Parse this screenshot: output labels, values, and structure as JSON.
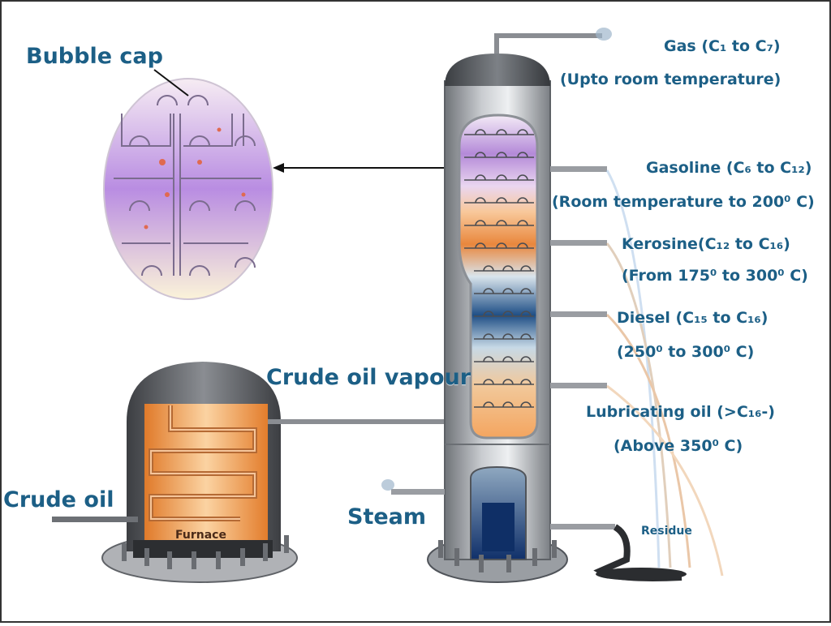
{
  "title_bubble": "Bubble cap",
  "crude_oil": "Crude oil",
  "furnace": "Furnace",
  "crude_vapour": "Crude oil vapour",
  "steam": "Steam",
  "residue": "Residue",
  "fractions": [
    {
      "name": "Gas (C₁ to C₇)",
      "range": "(Upto room temperature)"
    },
    {
      "name": "Gasoline (C₆ to C₁₂)",
      "range": "(Room temperature to 200⁰ C)"
    },
    {
      "name": "Kerosine(C₁₂ to C₁₆)",
      "range": "(From 175⁰ to  300⁰ C)"
    },
    {
      "name": "Diesel (C₁₅ to C₁₆)",
      "range": "(250⁰  to 300⁰ C)"
    },
    {
      "name": "Lubricating oil (>C₁₆-)",
      "range": "(Above 350⁰ C)"
    }
  ],
  "colors": {
    "label": "#1c5f86",
    "column": "#a9adb2",
    "gasoline_band": "#b48ad8",
    "kerosine_band": "#e9873d",
    "diesel_band": "#1f4f86",
    "lubricant_band": "#f2c89a",
    "furnace_glow": "#f2923a"
  }
}
